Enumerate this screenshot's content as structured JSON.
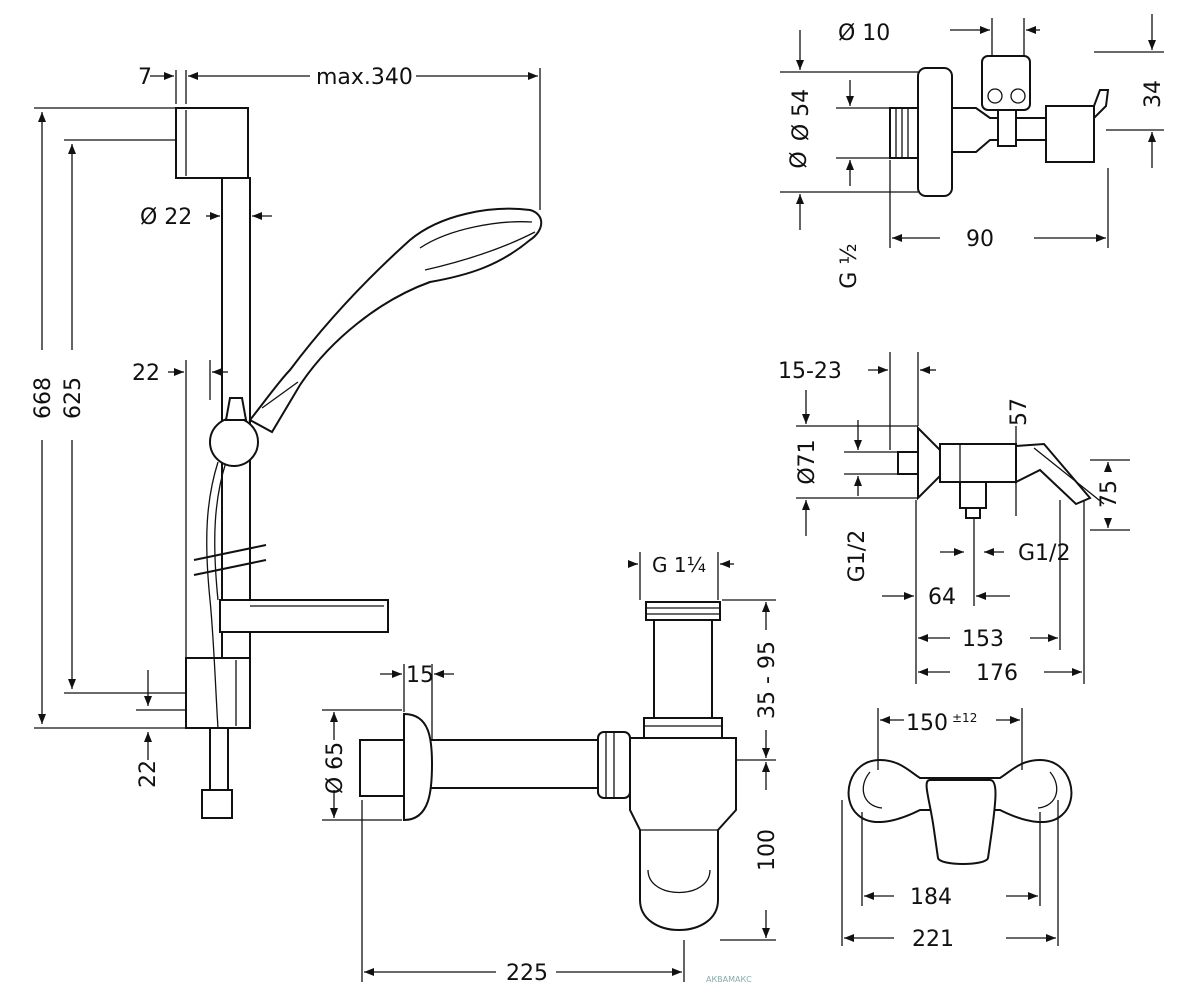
{
  "shower_set": {
    "dim_wall_offset": "7",
    "dim_max_reach": "max.340",
    "dim_bar_diameter": "Ø 22",
    "dim_slider_offset": "22",
    "dim_total_height": "668",
    "dim_mount_spacing": "625",
    "dim_bottom": "22"
  },
  "angle_valve": {
    "dim_outlet": "Ø  10",
    "dim_rosette": "Ø 54",
    "dim_height": "34",
    "dim_thread": "G ½",
    "dim_length": "90"
  },
  "mixer_side": {
    "dim_wall_gap": "15-23",
    "dim_rosette": "Ø71",
    "dim_angle": "57",
    "dim_height": "75",
    "dim_thread_left": "G1/2",
    "dim_thread_right": "G1/2",
    "dim_spout": "64",
    "dim_depth_inner": "153",
    "dim_depth_outer": "176"
  },
  "mixer_front": {
    "dim_centers": "150",
    "dim_centers_tol": "±12",
    "dim_inner_width": "184",
    "dim_outer_width": "221"
  },
  "siphon": {
    "dim_thread": "G 1¼",
    "dim_flange": "15",
    "dim_rosette": "Ø 65",
    "dim_adjust": "35 - 95",
    "dim_cup": "100",
    "dim_length": "225"
  },
  "watermark": "АКВАМАКС"
}
